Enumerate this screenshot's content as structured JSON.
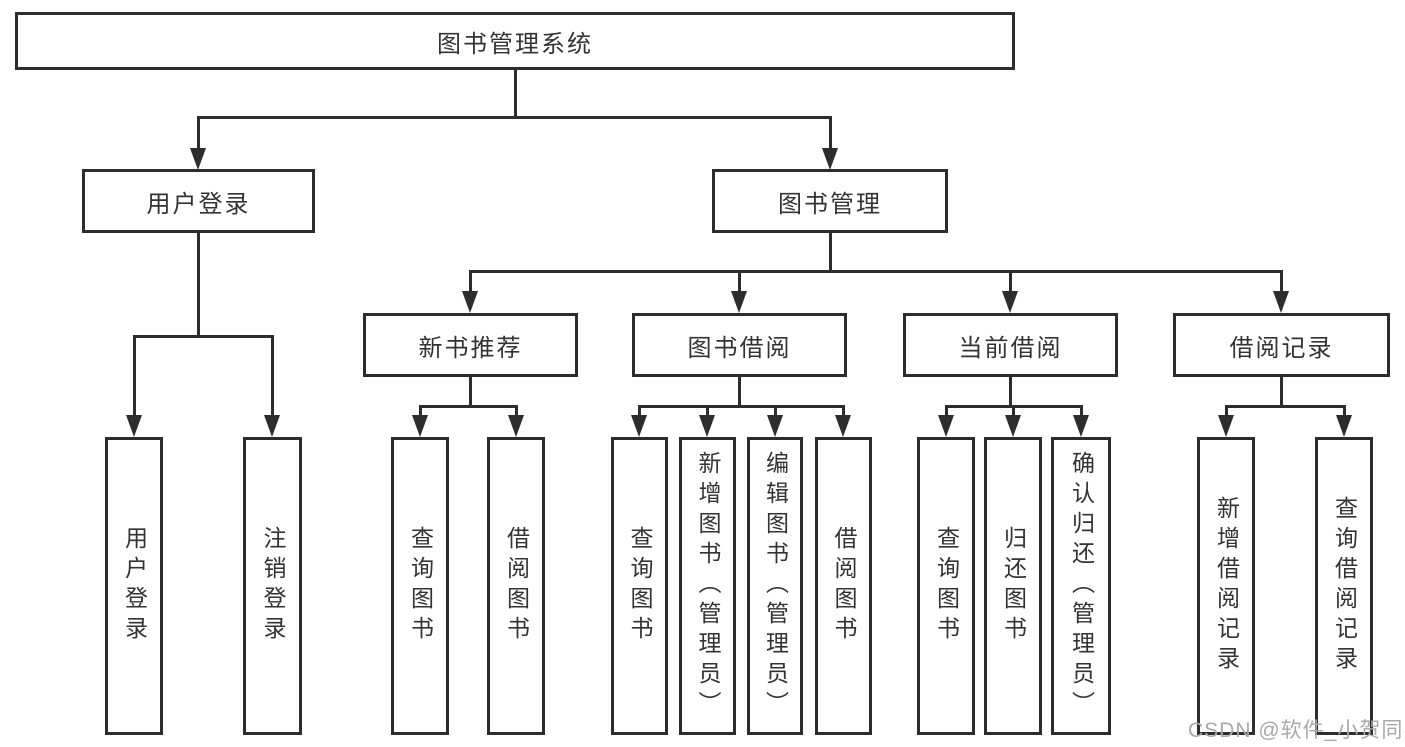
{
  "diagram": {
    "nodes": {
      "root": "图书管理系统",
      "user_login": "用户登录",
      "book_management": "图书管理",
      "new_book_recommend": "新书推荐",
      "book_borrowing": "图书借阅",
      "current_borrowing": "当前借阅",
      "borrowing_records": "借阅记录",
      "user_login_leaf": "用户登录",
      "logout_leaf": "注销登录",
      "query_books_1": "查询图书",
      "borrow_books_1": "借阅图书",
      "query_books_2": "查询图书",
      "add_books_admin": "新增图书（管理员）",
      "edit_books_admin": "编辑图书（管理员）",
      "borrow_books_2": "借阅图书",
      "query_books_3": "查询图书",
      "return_books": "归还图书",
      "confirm_return_admin": "确认归还（管理员）",
      "add_borrow_record": "新增借阅记录",
      "query_borrow_record": "查询借阅记录"
    },
    "watermark": "CSDN @软件_小贺同学",
    "colors": {
      "line": "#2d2d2d",
      "text": "#333333",
      "box_fill": "#ffffff",
      "watermark": "#a9a9a9",
      "background": "#ffffff"
    }
  }
}
